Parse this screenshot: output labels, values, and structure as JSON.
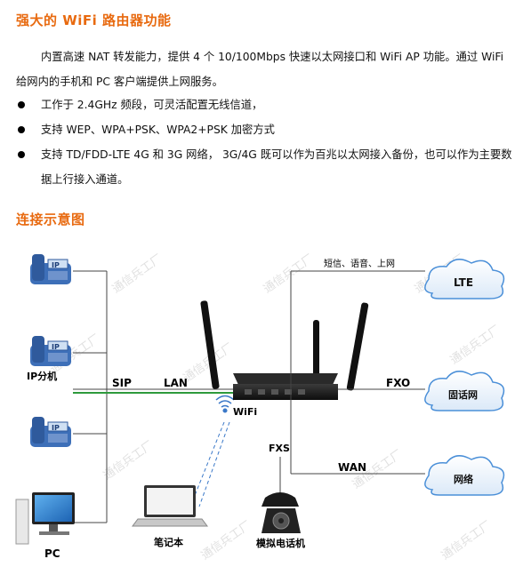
{
  "section1": {
    "title": "强大的 WiFi 路由器功能",
    "paragraph": "内置高速 NAT 转发能力，提供 4 个 10/100Mbps 快速以太网接口和 WiFi AP 功能。通过 WiFi 给网内的手机和 PC 客户端提供上网服务。",
    "bullets": [
      "工作于 2.4GHz 频段，可灵活配置无线信道，",
      "支持 WEP、WPA+PSK、WPA2+PSK 加密方式",
      "支持 TD/FDD-LTE 4G 和 3G 网络，  3G/4G 既可以作为百兆以太网接入备份，也可以作为主要数据上行接入通道。"
    ]
  },
  "section2": {
    "title": "连接示意图"
  },
  "diagram": {
    "phone_badge": "IP",
    "ip_phone_label": "IP分机",
    "pc_label": "PC",
    "laptop_label": "笔记本",
    "analog_phone_label": "模拟电话机",
    "wifi_label": "WiFi",
    "link_labels": {
      "sip": "SIP",
      "lan": "LAN",
      "fxo": "FXO",
      "fxs": "FXS",
      "wan": "WAN",
      "top_services": "短信、语音、上网"
    },
    "clouds": {
      "lte": "LTE",
      "landline": "固话网",
      "network": "网络"
    },
    "watermark_text": "通信兵工厂",
    "colors": {
      "title_orange": "#e86a10",
      "sip_line_green": "#2e9a3c",
      "wifi_dashed_blue": "#3a78c8",
      "cloud_blue": "#4a8fd8",
      "phone_blue": "#3d6fb8"
    }
  }
}
